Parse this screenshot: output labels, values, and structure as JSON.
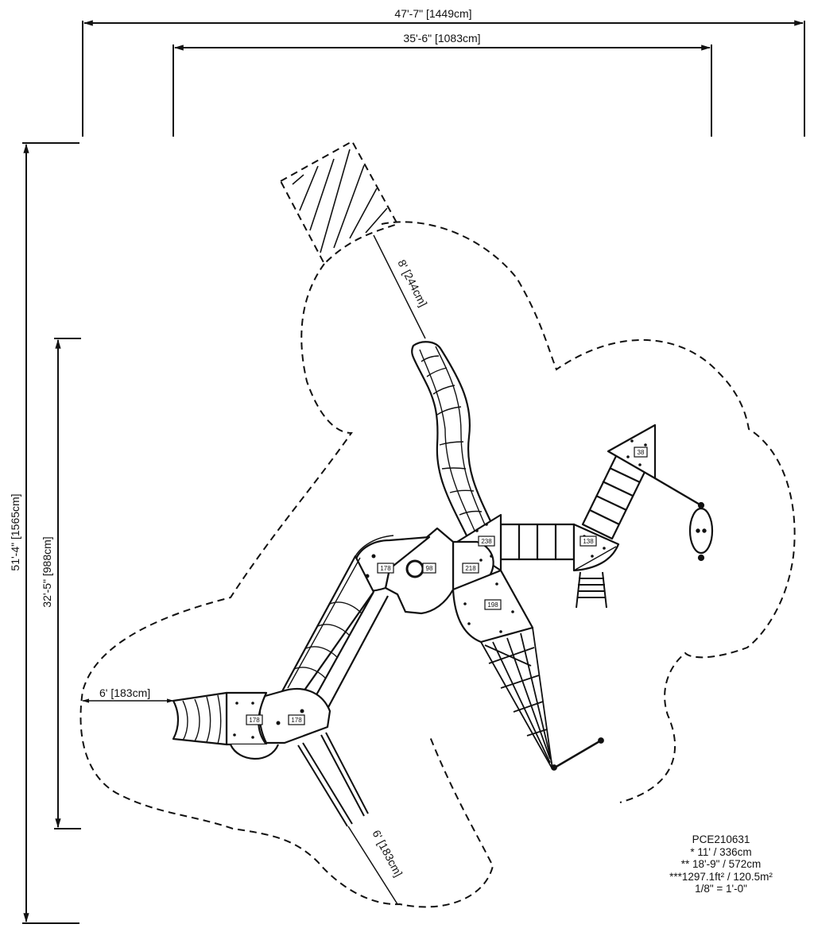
{
  "drawing": {
    "type": "playground-plan-view",
    "line_color": "#111111",
    "background": "#ffffff"
  },
  "dimensions": {
    "overall_width": "47'-7\" [1449cm]",
    "structure_width": "35'-6\" [1083cm]",
    "overall_depth": "51'-4\" [1565cm]",
    "structure_depth": "32'-5\" [988cm]",
    "slide_exit_clearance": "8' [244cm]",
    "left_clearance": "6' [183cm]",
    "bottom_clearance": "6' [183cm]"
  },
  "deck_labels": {
    "left_deck_a": "178",
    "left_deck_b": "178",
    "center_left_deck": "178",
    "center_deck": "98",
    "center_right_deck": "218",
    "upper_right_deck": "238",
    "lower_right_deck": "198",
    "bridge_end_deck": "138",
    "top_right_deck": "38"
  },
  "notes": {
    "model": "PCE210631",
    "line1": "* 11' / 336cm",
    "line2": "** 18'-9\" / 572cm",
    "line3": "***1297.1ft² / 120.5m²",
    "scale": "1/8\" = 1'-0\""
  }
}
